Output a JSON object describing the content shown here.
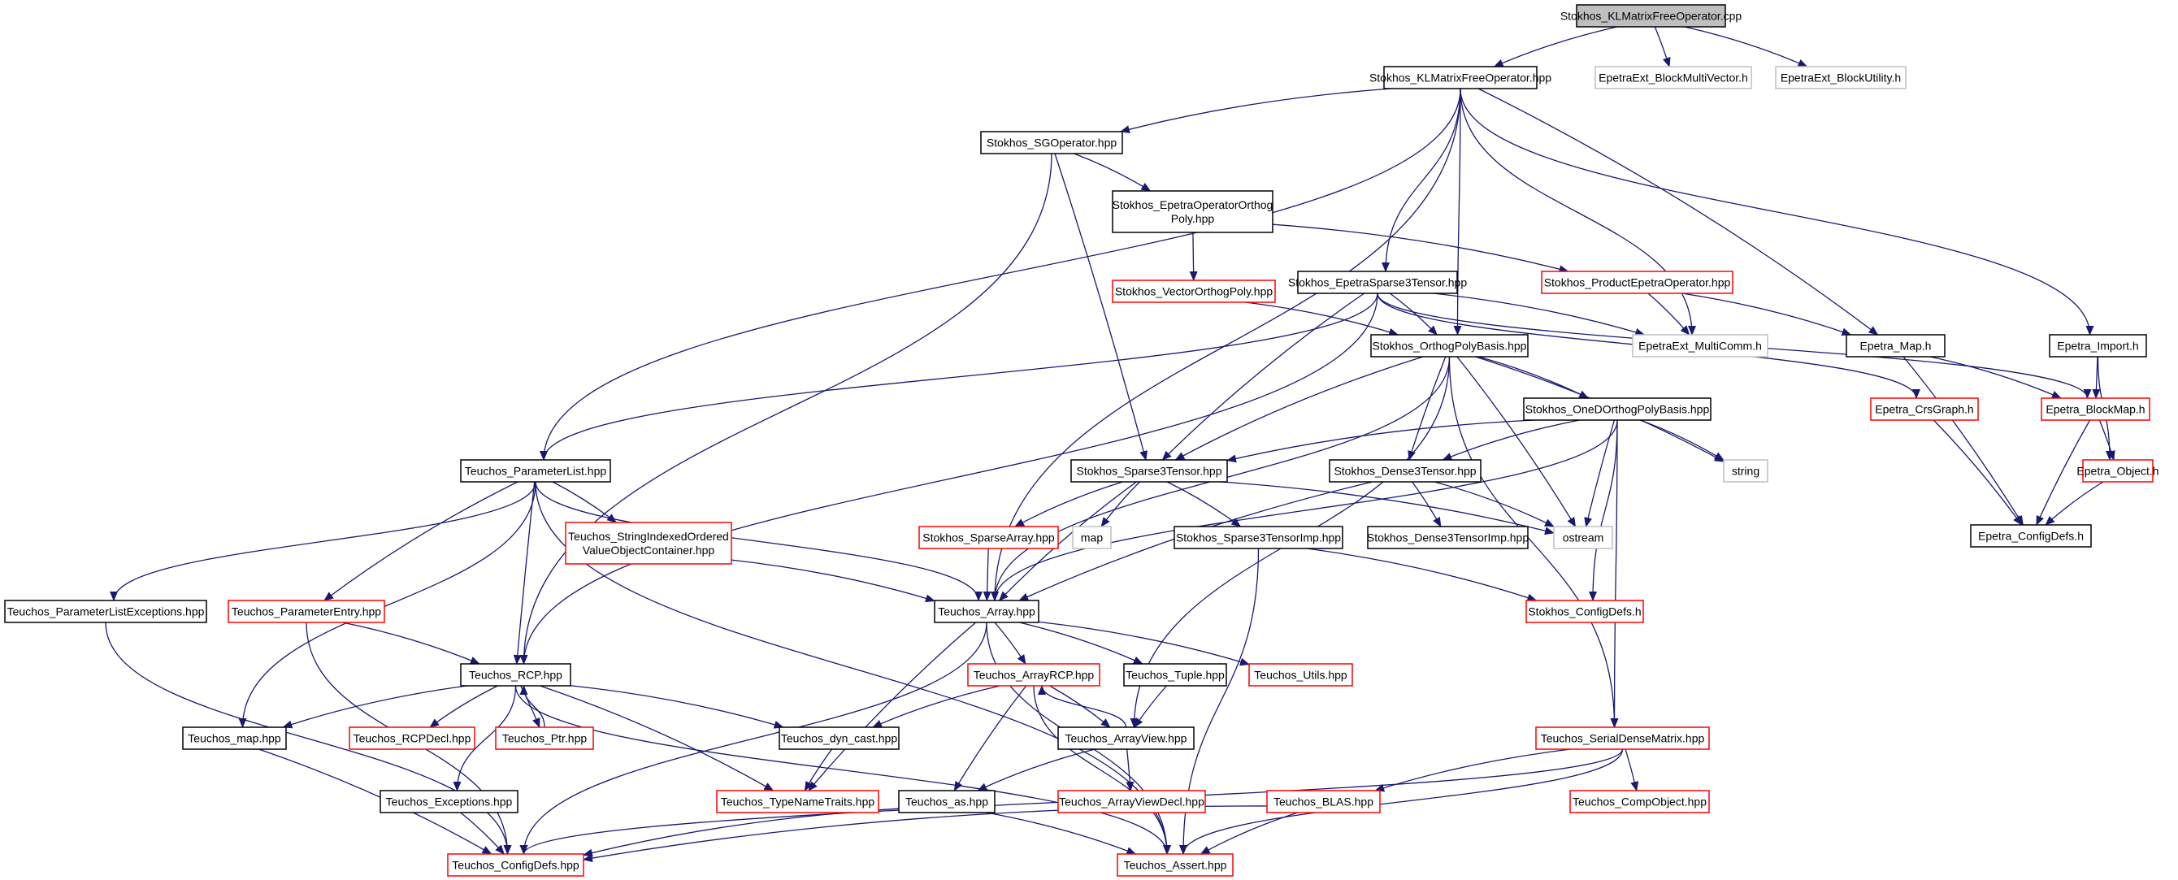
{
  "colors": {
    "edge": "#191970",
    "border_default": "#000000",
    "border_red": "#ff0000",
    "border_gray": "#bfbfbf",
    "root_fill": "#bfbfbf",
    "node_fill": "#ffffff"
  },
  "nodes": [
    {
      "id": "root",
      "label": "Stokhos_KLMatrixFreeOperator.cpp",
      "border": "root"
    },
    {
      "id": "klmfo",
      "label": "Stokhos_KLMatrixFreeOperator.hpp",
      "border": "default"
    },
    {
      "id": "bmv",
      "label": "EpetraExt_BlockMultiVector.h",
      "border": "gray"
    },
    {
      "id": "butil",
      "label": "EpetraExt_BlockUtility.h",
      "border": "gray"
    },
    {
      "id": "sgop",
      "label": "Stokhos_SGOperator.hpp",
      "border": "default"
    },
    {
      "id": "eoop",
      "label": [
        "Stokhos_EpetraOperatorOrthog",
        "Poly.hpp"
      ],
      "border": "default"
    },
    {
      "id": "vop",
      "label": "Stokhos_VectorOrthogPoly.hpp",
      "border": "red"
    },
    {
      "id": "es3t",
      "label": "Stokhos_EpetraSparse3Tensor.hpp",
      "border": "default"
    },
    {
      "id": "pep",
      "label": "Stokhos_ProductEpetraOperator.hpp",
      "border": "red"
    },
    {
      "id": "opb",
      "label": "Stokhos_OrthogPolyBasis.hpp",
      "border": "default"
    },
    {
      "id": "mcomm",
      "label": "EpetraExt_MultiComm.h",
      "border": "gray"
    },
    {
      "id": "emap",
      "label": "Epetra_Map.h",
      "border": "default"
    },
    {
      "id": "eimp",
      "label": "Epetra_Import.h",
      "border": "default"
    },
    {
      "id": "crs",
      "label": "Epetra_CrsGraph.h",
      "border": "red"
    },
    {
      "id": "bmap",
      "label": "Epetra_BlockMap.h",
      "border": "red"
    },
    {
      "id": "plist",
      "label": "Teuchos_ParameterList.hpp",
      "border": "default"
    },
    {
      "id": "s3t",
      "label": "Stokhos_Sparse3Tensor.hpp",
      "border": "default"
    },
    {
      "id": "d3t",
      "label": "Stokhos_Dense3Tensor.hpp",
      "border": "default"
    },
    {
      "id": "onedopb",
      "label": "Stokhos_OneDOrthogPolyBasis.hpp",
      "border": "default"
    },
    {
      "id": "str",
      "label": "string",
      "border": "gray"
    },
    {
      "id": "eobj",
      "label": "Epetra_Object.h",
      "border": "red"
    },
    {
      "id": "ecfg",
      "label": "Epetra_ConfigDefs.h",
      "border": "default"
    },
    {
      "id": "sioc",
      "label": [
        "Teuchos_StringIndexedOrdered",
        "ValueObjectContainer.hpp"
      ],
      "border": "red"
    },
    {
      "id": "sarr",
      "label": "Stokhos_SparseArray.hpp",
      "border": "red"
    },
    {
      "id": "map",
      "label": "map",
      "border": "gray"
    },
    {
      "id": "s3ti",
      "label": "Stokhos_Sparse3TensorImp.hpp",
      "border": "default"
    },
    {
      "id": "d3ti",
      "label": "Stokhos_Dense3TensorImp.hpp",
      "border": "default"
    },
    {
      "id": "ostr",
      "label": "ostream",
      "border": "gray"
    },
    {
      "id": "ple",
      "label": "Teuchos_ParameterListExceptions.hpp",
      "border": "default"
    },
    {
      "id": "pe",
      "label": "Teuchos_ParameterEntry.hpp",
      "border": "red"
    },
    {
      "id": "arr",
      "label": "Teuchos_Array.hpp",
      "border": "default"
    },
    {
      "id": "scfg",
      "label": "Stokhos_ConfigDefs.h",
      "border": "red"
    },
    {
      "id": "rcp",
      "label": "Teuchos_RCP.hpp",
      "border": "default"
    },
    {
      "id": "arcp",
      "label": "Teuchos_ArrayRCP.hpp",
      "border": "red"
    },
    {
      "id": "tup",
      "label": "Teuchos_Tuple.hpp",
      "border": "default"
    },
    {
      "id": "utl",
      "label": "Teuchos_Utils.hpp",
      "border": "red"
    },
    {
      "id": "tmap",
      "label": "Teuchos_map.hpp",
      "border": "default"
    },
    {
      "id": "rcpd",
      "label": "Teuchos_RCPDecl.hpp",
      "border": "red"
    },
    {
      "id": "ptr",
      "label": "Teuchos_Ptr.hpp",
      "border": "red"
    },
    {
      "id": "dync",
      "label": "Teuchos_dyn_cast.hpp",
      "border": "default"
    },
    {
      "id": "av",
      "label": "Teuchos_ArrayView.hpp",
      "border": "default"
    },
    {
      "id": "sdm",
      "label": "Teuchos_SerialDenseMatrix.hpp",
      "border": "red"
    },
    {
      "id": "exc",
      "label": "Teuchos_Exceptions.hpp",
      "border": "default"
    },
    {
      "id": "tnt",
      "label": "Teuchos_TypeNameTraits.hpp",
      "border": "red"
    },
    {
      "id": "tas",
      "label": "Teuchos_as.hpp",
      "border": "default"
    },
    {
      "id": "avd",
      "label": "Teuchos_ArrayViewDecl.hpp",
      "border": "red"
    },
    {
      "id": "blas",
      "label": "Teuchos_BLAS.hpp",
      "border": "red"
    },
    {
      "id": "cobj",
      "label": "Teuchos_CompObject.hpp",
      "border": "red"
    },
    {
      "id": "tcfg",
      "label": "Teuchos_ConfigDefs.hpp",
      "border": "red"
    },
    {
      "id": "asrt",
      "label": "Teuchos_Assert.hpp",
      "border": "red"
    }
  ],
  "edges": [
    [
      "root",
      "klmfo"
    ],
    [
      "root",
      "bmv"
    ],
    [
      "root",
      "butil"
    ],
    [
      "klmfo",
      "sgop"
    ],
    [
      "klmfo",
      "es3t"
    ],
    [
      "klmfo",
      "opb"
    ],
    [
      "klmfo",
      "mcomm"
    ],
    [
      "klmfo",
      "emap"
    ],
    [
      "klmfo",
      "eimp"
    ],
    [
      "klmfo",
      "plist"
    ],
    [
      "klmfo",
      "arr"
    ],
    [
      "sgop",
      "eoop"
    ],
    [
      "sgop",
      "s3t"
    ],
    [
      "sgop",
      "rcp"
    ],
    [
      "eoop",
      "vop"
    ],
    [
      "eoop",
      "pep"
    ],
    [
      "vop",
      "opb"
    ],
    [
      "es3t",
      "opb"
    ],
    [
      "es3t",
      "mcomm"
    ],
    [
      "es3t",
      "s3t"
    ],
    [
      "es3t",
      "plist"
    ],
    [
      "es3t",
      "rcp"
    ],
    [
      "es3t",
      "crs"
    ],
    [
      "es3t",
      "bmap"
    ],
    [
      "pep",
      "mcomm"
    ],
    [
      "pep",
      "emap"
    ],
    [
      "opb",
      "onedopb"
    ],
    [
      "opb",
      "d3t"
    ],
    [
      "opb",
      "s3t"
    ],
    [
      "opb",
      "str"
    ],
    [
      "opb",
      "ostr"
    ],
    [
      "opb",
      "arr"
    ],
    [
      "opb",
      "av"
    ],
    [
      "opb",
      "sdm"
    ],
    [
      "emap",
      "bmap"
    ],
    [
      "emap",
      "ecfg"
    ],
    [
      "eimp",
      "bmap"
    ],
    [
      "eimp",
      "eobj"
    ],
    [
      "crs",
      "ecfg"
    ],
    [
      "bmap",
      "eobj"
    ],
    [
      "bmap",
      "ecfg"
    ],
    [
      "eobj",
      "ecfg"
    ],
    [
      "onedopb",
      "s3t"
    ],
    [
      "onedopb",
      "d3t"
    ],
    [
      "onedopb",
      "str"
    ],
    [
      "onedopb",
      "ostr"
    ],
    [
      "onedopb",
      "scfg"
    ],
    [
      "onedopb",
      "arr"
    ],
    [
      "onedopb",
      "sdm"
    ],
    [
      "s3t",
      "sarr"
    ],
    [
      "s3t",
      "map"
    ],
    [
      "s3t",
      "s3ti"
    ],
    [
      "s3t",
      "ostr"
    ],
    [
      "s3t",
      "arr"
    ],
    [
      "d3t",
      "d3ti"
    ],
    [
      "d3t",
      "ostr"
    ],
    [
      "d3t",
      "arr"
    ],
    [
      "plist",
      "ple"
    ],
    [
      "plist",
      "pe"
    ],
    [
      "plist",
      "sioc"
    ],
    [
      "plist",
      "tmap"
    ],
    [
      "plist",
      "rcp"
    ],
    [
      "plist",
      "arr"
    ],
    [
      "plist",
      "asrt"
    ],
    [
      "sioc",
      "arr"
    ],
    [
      "sarr",
      "arr"
    ],
    [
      "s3ti",
      "scfg"
    ],
    [
      "s3ti",
      "asrt"
    ],
    [
      "ple",
      "tcfg"
    ],
    [
      "pe",
      "rcp"
    ],
    [
      "pe",
      "tcfg"
    ],
    [
      "arr",
      "arcp"
    ],
    [
      "arr",
      "tup"
    ],
    [
      "arr",
      "utl"
    ],
    [
      "arr",
      "tnt"
    ],
    [
      "arr",
      "tcfg"
    ],
    [
      "arr",
      "asrt"
    ],
    [
      "rcp",
      "tmap"
    ],
    [
      "rcp",
      "rcpd"
    ],
    [
      "rcp",
      "ptr"
    ],
    [
      "rcp",
      "dync"
    ],
    [
      "rcp",
      "exc"
    ],
    [
      "rcp",
      "tnt"
    ],
    [
      "rcp",
      "asrt"
    ],
    [
      "ptr",
      "rcp"
    ],
    [
      "arcp",
      "dync"
    ],
    [
      "arcp",
      "av"
    ],
    [
      "arcp",
      "tas"
    ],
    [
      "arcp",
      "asrt"
    ],
    [
      "tup",
      "av"
    ],
    [
      "av",
      "arcp"
    ],
    [
      "av",
      "avd"
    ],
    [
      "av",
      "tas"
    ],
    [
      "dync",
      "tnt"
    ],
    [
      "tmap",
      "tcfg"
    ],
    [
      "exc",
      "tcfg"
    ],
    [
      "tas",
      "tcfg"
    ],
    [
      "tas",
      "asrt"
    ],
    [
      "sdm",
      "blas"
    ],
    [
      "sdm",
      "cobj"
    ],
    [
      "sdm",
      "tcfg"
    ],
    [
      "sdm",
      "asrt"
    ],
    [
      "blas",
      "asrt"
    ],
    [
      "blas",
      "tcfg"
    ]
  ]
}
